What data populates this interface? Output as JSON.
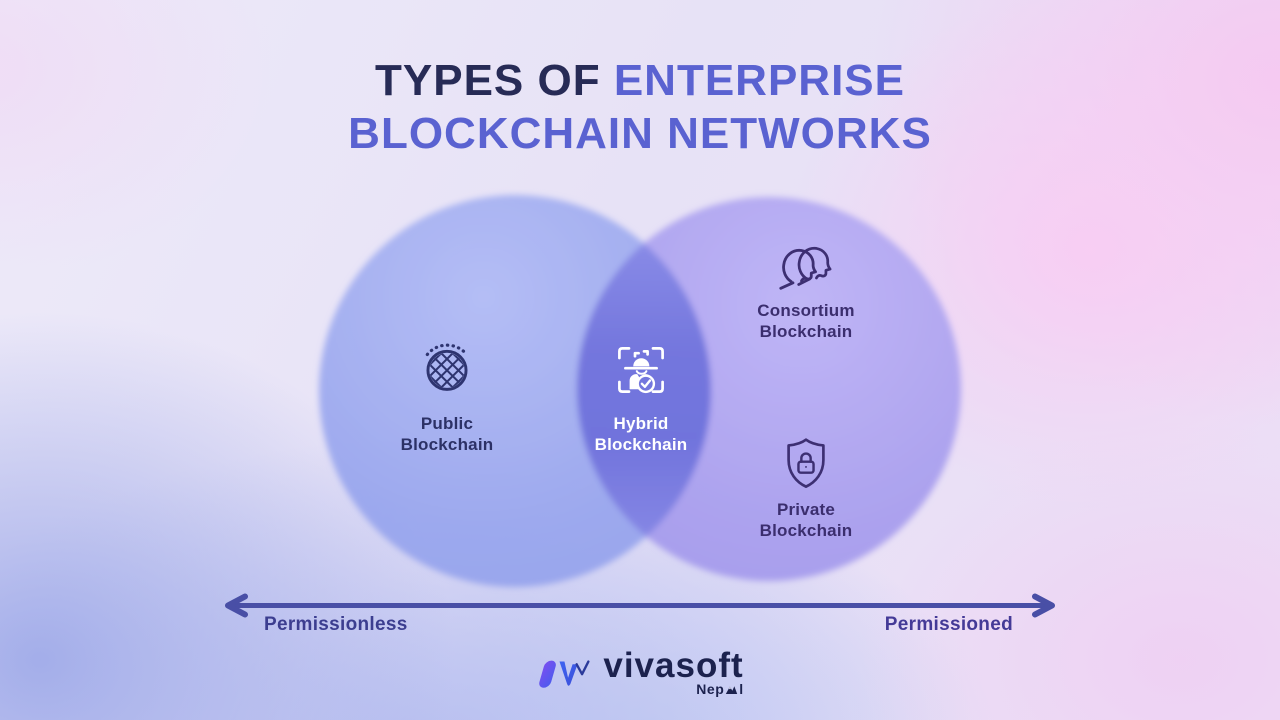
{
  "title": {
    "dark_part": "TYPES OF ",
    "blue_part": "ENTERPRISE",
    "line2": "BLOCKCHAIN NETWORKS"
  },
  "diagram": {
    "public": {
      "line1": "Public",
      "line2": "Blockchain",
      "icon": "globe-icon"
    },
    "hybrid": {
      "line1": "Hybrid",
      "line2": "Blockchain",
      "icon": "identity-verification-icon"
    },
    "consortium": {
      "line1": "Consortium",
      "line2": "Blockchain",
      "icon": "two-people-icon"
    },
    "private": {
      "line1": "Private",
      "line2": "Blockchain",
      "icon": "shield-lock-icon"
    }
  },
  "axis": {
    "left_label": "Permissionless",
    "right_label": "Permissioned"
  },
  "brand": {
    "name": "vivasoft",
    "country": "Nepal",
    "country_prefix": "Nep",
    "country_suffix": "l"
  },
  "colors": {
    "title_dark": "#272b56",
    "title_blue": "#5a62d1",
    "left_circle": "#98a5ee",
    "right_circle": "#a89eee",
    "overlap": "#6f72dc",
    "icon_navy": "#2e3470",
    "icon_purple": "#3d2f72",
    "arrow": "#494fa6",
    "background_pink": "#f6c7f1",
    "background_periwinkle": "#a0abe9"
  }
}
